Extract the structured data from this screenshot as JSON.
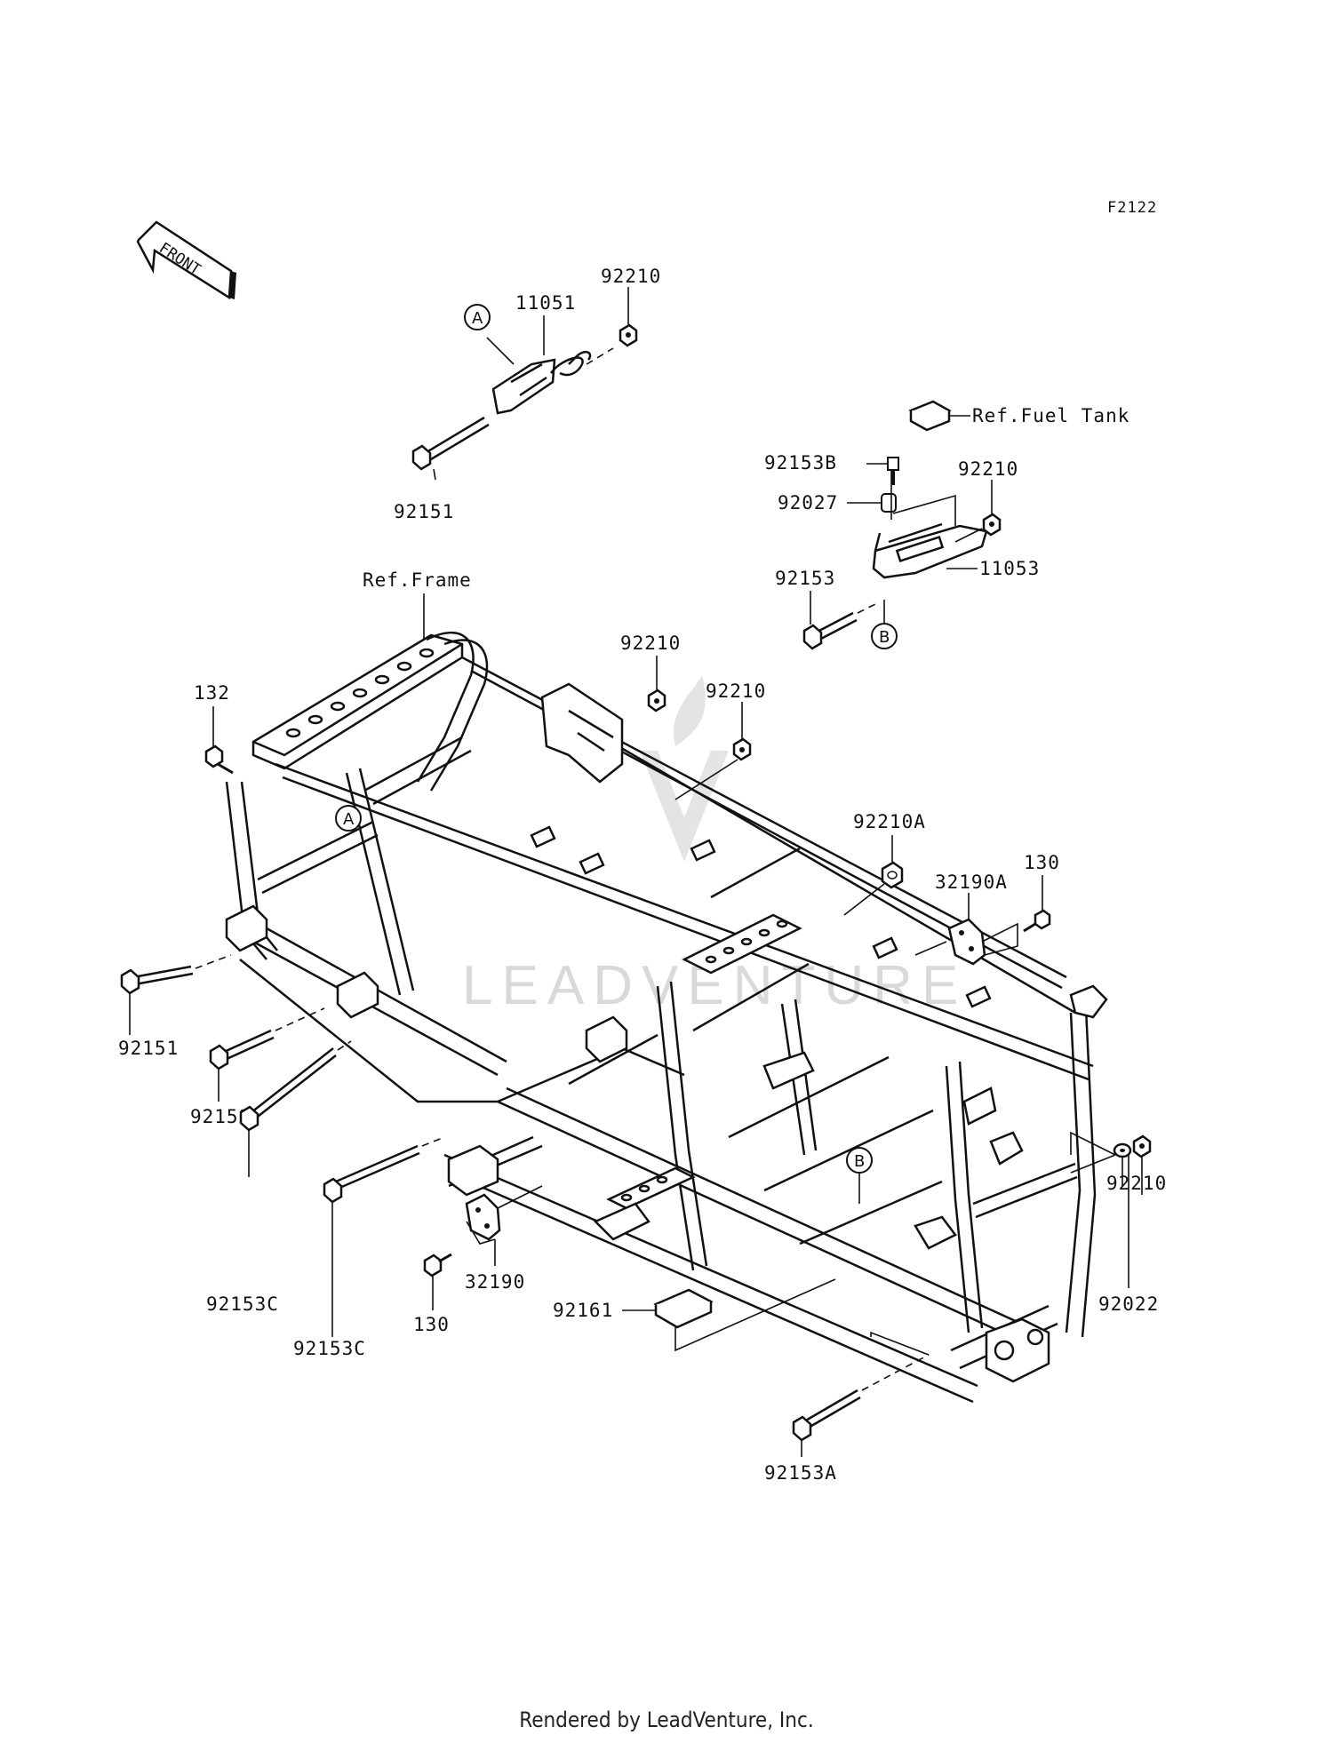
{
  "diagram_code": "F2122",
  "front_label": "FRONT",
  "watermark": "LEADVENTURE",
  "footer_text": "Rendered by LeadVenture, Inc.",
  "callouts": {
    "A": "A",
    "B": "B"
  },
  "part_labels": {
    "p11051": "11051",
    "p92210_top": "92210",
    "p92151_top": "92151",
    "ref_fuel_tank": "Ref.Fuel Tank",
    "p92153B": "92153B",
    "p92027": "92027",
    "p92210_right": "92210",
    "p11053": "11053",
    "p92153": "92153",
    "ref_frame": "Ref.Frame",
    "p92210_mid1": "92210",
    "p92210_mid2": "92210",
    "p132": "132",
    "p92210A": "92210A",
    "p130_right": "130",
    "p32190A": "32190A",
    "p92151_left1": "92151",
    "p92151_left2": "92151",
    "p92210_lowright": "92210",
    "p92022": "92022",
    "p92153C_1": "92153C",
    "p92153C_2": "92153C",
    "p130_bottom": "130",
    "p32190": "32190",
    "p92161": "92161",
    "p92153A": "92153A"
  }
}
